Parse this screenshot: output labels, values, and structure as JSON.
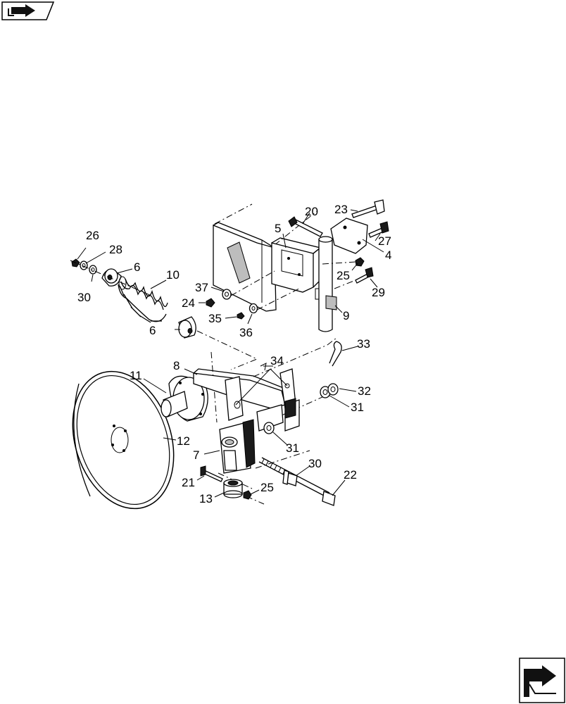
{
  "icons": {
    "top_left": "book-arrow-icon",
    "bottom_right": "page-turn-arrow-icon"
  },
  "callouts": {
    "c26": "26",
    "c28": "28",
    "c6a": "6",
    "c10": "10",
    "c30a": "30",
    "c37": "37",
    "c24": "24",
    "c35": "35",
    "c36": "36",
    "c6b": "6",
    "c5": "5",
    "c20": "20",
    "c23": "23",
    "c27": "27",
    "c4": "4",
    "c25a": "25",
    "c29": "29",
    "c9": "9",
    "c33": "33",
    "c34": "34",
    "c8": "8",
    "c11": "11",
    "c32": "32",
    "c31a": "31",
    "c31b": "31",
    "c12": "12",
    "c7": "7",
    "c30b": "30",
    "c22": "22",
    "c21": "21",
    "c25b": "25",
    "c13": "13"
  }
}
